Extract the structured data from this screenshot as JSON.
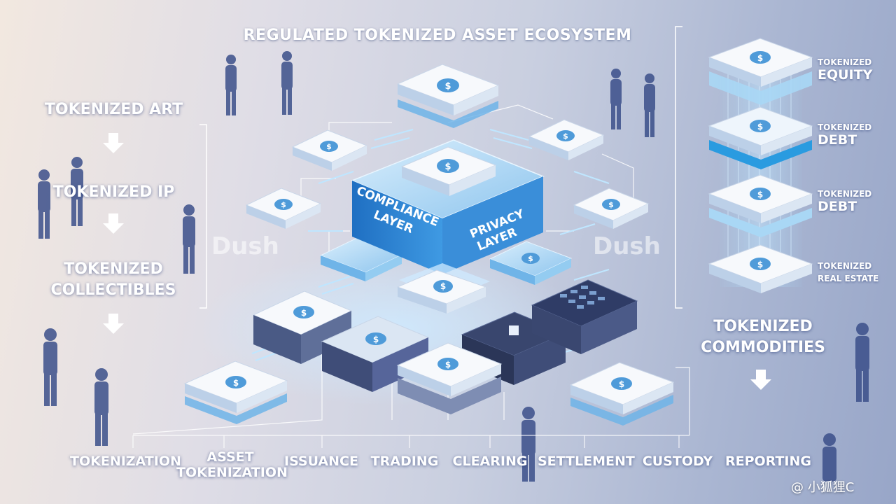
{
  "title": "REGULATED TOKENIZED ASSET ECOSYSTEM",
  "left_flow": [
    "TOKENIZED ART",
    "TOKENIZED IP",
    "TOKENIZED COLLECTIBLES"
  ],
  "center": {
    "compliance_line1": "COMPLIANCE",
    "compliance_line2": "LAYER",
    "privacy_line1": "PRIVACY",
    "privacy_line2": "LAYER",
    "brand_left": "Dush",
    "brand_right": "Dush",
    "card_icon": "dollar-coin-icon"
  },
  "right_stack": [
    {
      "small": "TOKENIZED",
      "big": "EQUITY"
    },
    {
      "small": "TOKENIZED",
      "big": "DEBT"
    },
    {
      "small": "TOKENIZED",
      "big": "DEBT"
    },
    {
      "small": "TOKENIZED",
      "big": "REAL ESTATE"
    }
  ],
  "commodities": "TOKENIZED COMMODITIES",
  "bottom_labels": {
    "tokenization": "TOKENIZATION",
    "asset_tokenization_1": "ASSET",
    "asset_tokenization_2": "TOKENIZATION",
    "issuance": "ISSUANCE",
    "trading": "TRADING",
    "clearing": "CLEARING",
    "settlement": "SETTLEMENT",
    "custody": "CUSTODY",
    "reporting": "REPORTING"
  },
  "watermark": "@ 小狐狸C",
  "colors": {
    "accent_blue": "#2a7fd0",
    "light_blue": "#a9d7f5",
    "card_face": "#f4f7fb",
    "platform_dark": "#39466e"
  }
}
